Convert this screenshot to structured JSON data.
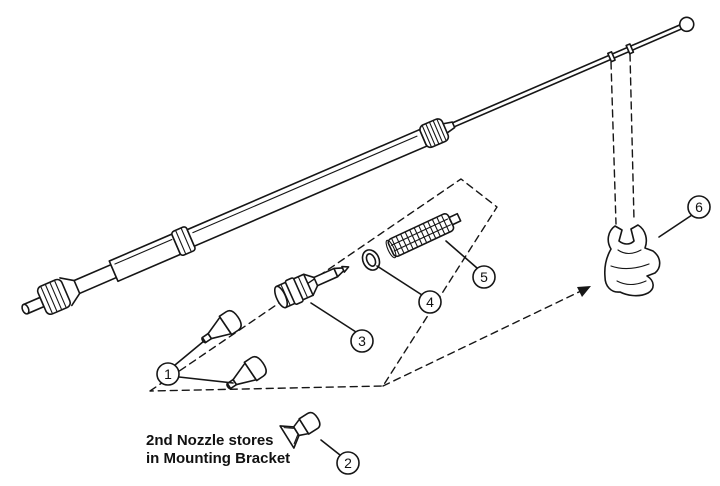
{
  "diagram": {
    "caption": {
      "line1": "2nd Nozzle stores",
      "line2": "in Mounting Bracket"
    },
    "callouts": [
      {
        "number": "1"
      },
      {
        "number": "2"
      },
      {
        "number": "3"
      },
      {
        "number": "4"
      },
      {
        "number": "5"
      },
      {
        "number": "6"
      }
    ],
    "colors": {
      "ink": "#161616",
      "background": "#ffffff"
    }
  }
}
